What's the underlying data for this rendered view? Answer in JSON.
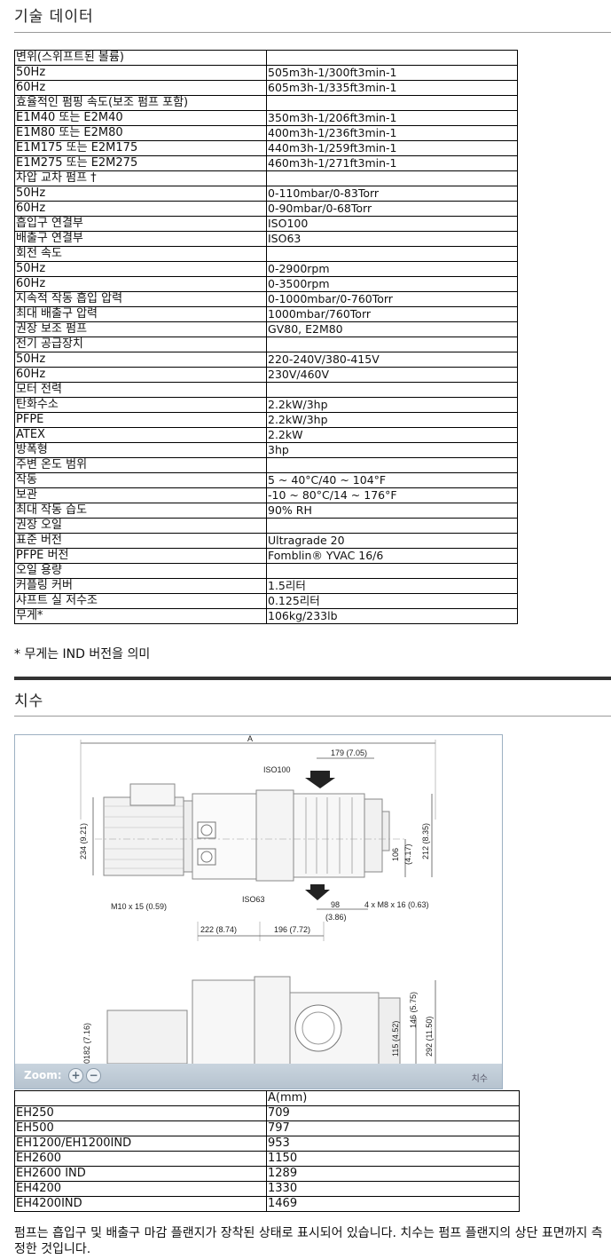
{
  "tech": {
    "title": "기술 데이터",
    "rows": [
      [
        "변위(스위프트된 볼륨)",
        ""
      ],
      [
        "50Hz",
        "505m3h-1/300ft3min-1"
      ],
      [
        "60Hz",
        "605m3h-1/335ft3min-1"
      ],
      [
        "효율적인 펌핑 속도(보조 펌프 포함)",
        ""
      ],
      [
        "E1M40 또는 E2M40",
        "350m3h-1/206ft3min-1"
      ],
      [
        "E1M80 또는 E2M80",
        "400m3h-1/236ft3min-1"
      ],
      [
        "E1M175 또는 E2M175",
        "440m3h-1/259ft3min-1"
      ],
      [
        "E1M275 또는 E2M275",
        "460m3h-1/271ft3min-1"
      ],
      [
        "차압 교차 펌프 †",
        ""
      ],
      [
        "50Hz",
        "0-110mbar/0-83Torr"
      ],
      [
        "60Hz",
        "0-90mbar/0-68Torr"
      ],
      [
        "흡입구 연결부",
        "ISO100"
      ],
      [
        "배출구 연결부",
        "ISO63"
      ],
      [
        "회전 속도",
        ""
      ],
      [
        "50Hz",
        "0-2900rpm"
      ],
      [
        "60Hz",
        "0-3500rpm"
      ],
      [
        "지속적 작동 흡입 압력",
        "0-1000mbar/0-760Torr"
      ],
      [
        "최대 배출구 압력",
        "1000mbar/760Torr"
      ],
      [
        "권장 보조 펌프",
        "GV80, E2M80"
      ],
      [
        "전기 공급장치",
        ""
      ],
      [
        "50Hz",
        "220-240V/380-415V"
      ],
      [
        "60Hz",
        "230V/460V"
      ],
      [
        "모터 전력",
        ""
      ],
      [
        "탄화수소",
        "2.2kW/3hp"
      ],
      [
        "PFPE",
        "2.2kW/3hp"
      ],
      [
        "ATEX",
        "2.2kW"
      ],
      [
        "방폭형",
        "3hp"
      ],
      [
        "주변 온도 범위",
        ""
      ],
      [
        "작동",
        "5 ~ 40°C/40 ~ 104°F"
      ],
      [
        "보관",
        "-10 ~ 80°C/14 ~ 176°F"
      ],
      [
        "최대 작동 습도",
        "90% RH"
      ],
      [
        "권장 오일",
        ""
      ],
      [
        "표준 버전",
        "Ultragrade 20"
      ],
      [
        "PFPE 버전",
        "Fomblin® YVAC 16/6"
      ],
      [
        "오일 용량",
        ""
      ],
      [
        "커플링 커버",
        "1.5리터"
      ],
      [
        "샤프트 실 저수조",
        "0.125리터"
      ],
      [
        "무게*",
        "106kg/233lb"
      ]
    ],
    "footnote": "* 무게는 IND 버전을 의미"
  },
  "dims": {
    "title": "치수",
    "figure": {
      "labels": {
        "a": "A",
        "d179": "179 (7.05)",
        "iso100": "ISO100",
        "d234": "234 (9.21)",
        "d106": "106",
        "d106b": "(4.17)",
        "d212": "212 (8.35)",
        "m10": "M10 x 15 (0.59)",
        "iso63": "ISO63",
        "d98": "98",
        "d386": "(3.86)",
        "m8": "4 x M8 x 16 (0.63)",
        "d222": "222 (8.74)",
        "d196": "196 (7.72)",
        "d182": "0182 (7.16)",
        "d115": "115 (4.52)",
        "d146": "146 (5.75)",
        "d292": "292 (11.50)"
      },
      "zoom_label": "Zoom:",
      "zoom_in": "+",
      "zoom_out": "−",
      "caption": "치수"
    },
    "header": [
      "",
      "A(mm)"
    ],
    "rows": [
      [
        "EH250",
        "709"
      ],
      [
        "EH500",
        "797"
      ],
      [
        "EH1200/EH1200IND",
        "953"
      ],
      [
        "EH2600",
        "1150"
      ],
      [
        "EH2600 IND",
        "1289"
      ],
      [
        "EH4200",
        "1330"
      ],
      [
        "EH4200IND",
        "1469"
      ]
    ],
    "note": "펌프는 흡입구 및 배출구 마감 플랜지가 장착된 상태로 표시되어 있습니다. 치수는 펌프 플랜지의 상단 표면까지 측정한 것입니다."
  }
}
